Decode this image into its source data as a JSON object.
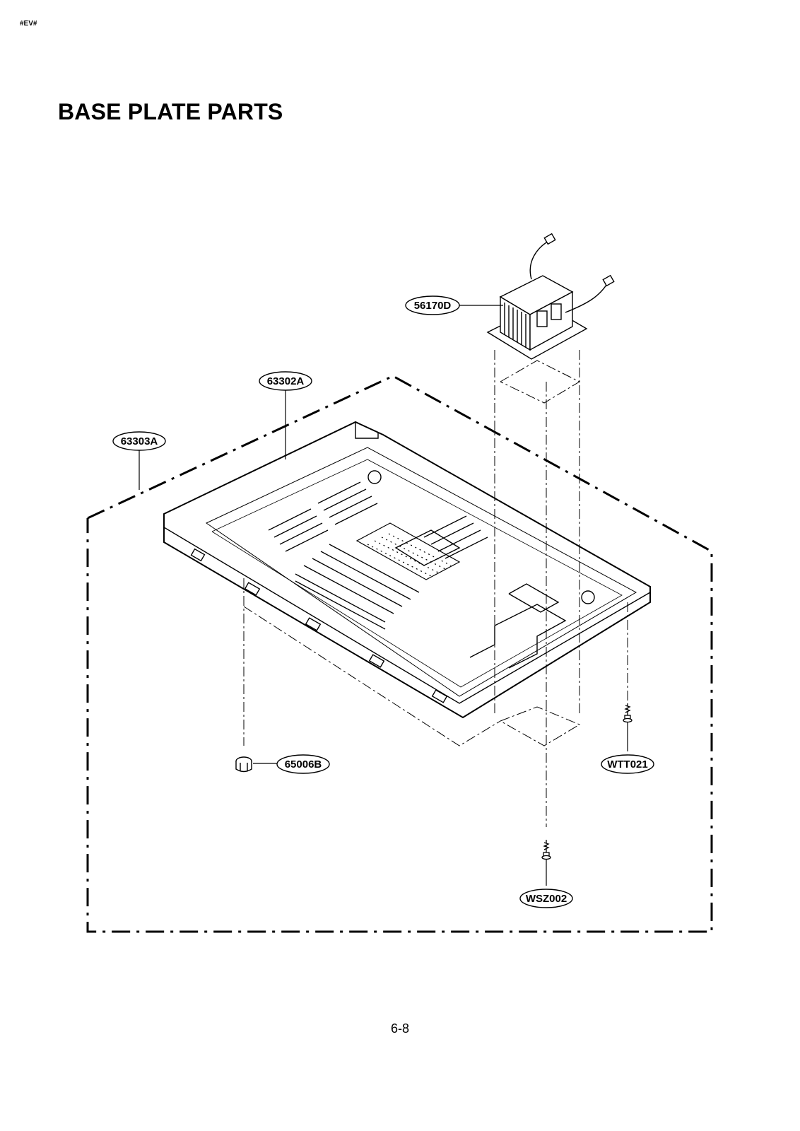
{
  "header": {
    "tag": "#EV#"
  },
  "title": "BASE PLATE PARTS",
  "footer": {
    "page_number": "6-8"
  },
  "callouts": [
    {
      "id": "56170D",
      "part": "transformer"
    },
    {
      "id": "63302A",
      "part": "base-plate"
    },
    {
      "id": "63303A",
      "part": "base-plate-assembly"
    },
    {
      "id": "65006B",
      "part": "foot"
    },
    {
      "id": "WTT021",
      "part": "screw"
    },
    {
      "id": "WSZ002",
      "part": "screw"
    }
  ]
}
